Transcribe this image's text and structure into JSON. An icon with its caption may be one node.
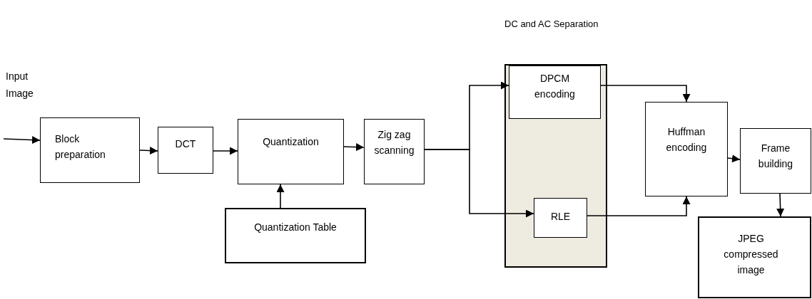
{
  "diagram": {
    "nodes": [
      {
        "text": [
          "Block preparation"
        ]
      },
      {
        "text": [
          "DCT"
        ]
      },
      {
        "text": [
          "Quantization"
        ]
      },
      {
        "text": [
          "Quantization Table"
        ]
      },
      {
        "text": [
          "Zig zag scanning"
        ]
      },
      {
        "text": [
          "DC and AC Separation"
        ]
      },
      {
        "text": [
          "DPCM encoding"
        ],
        "in": 5
      },
      {
        "text": [
          "RLE"
        ],
        "in": 5
      },
      {
        "text": [
          "Huffman encoding"
        ]
      },
      {
        "text": [
          "Frame building"
        ]
      },
      {
        "text": [
          "JPEG compressed image"
        ]
      }
    ],
    "edges": [
      {
        "from": null,
        "to": 0,
        "arrow": "to"
      },
      {
        "from": 0,
        "to": 1,
        "arrow": "to"
      },
      {
        "from": 1,
        "to": 2,
        "arrow": "to"
      },
      {
        "from": 3,
        "to": 2,
        "arrow": "to"
      },
      {
        "from": 2,
        "to": 4,
        "arrow": "to"
      },
      {
        "from": 4,
        "to": 6,
        "arrow": "to"
      },
      {
        "from": 4,
        "to": 7,
        "arrow": "to"
      },
      {
        "from": 6,
        "to": 8,
        "arrow": "to"
      },
      {
        "from": 7,
        "to": 8,
        "arrow": "to"
      },
      {
        "from": 8,
        "to": 9,
        "arrow": "to"
      },
      {
        "from": 9,
        "to": 10,
        "arrow": "to"
      }
    ],
    "labels": [
      "Input Image"
    ]
  }
}
